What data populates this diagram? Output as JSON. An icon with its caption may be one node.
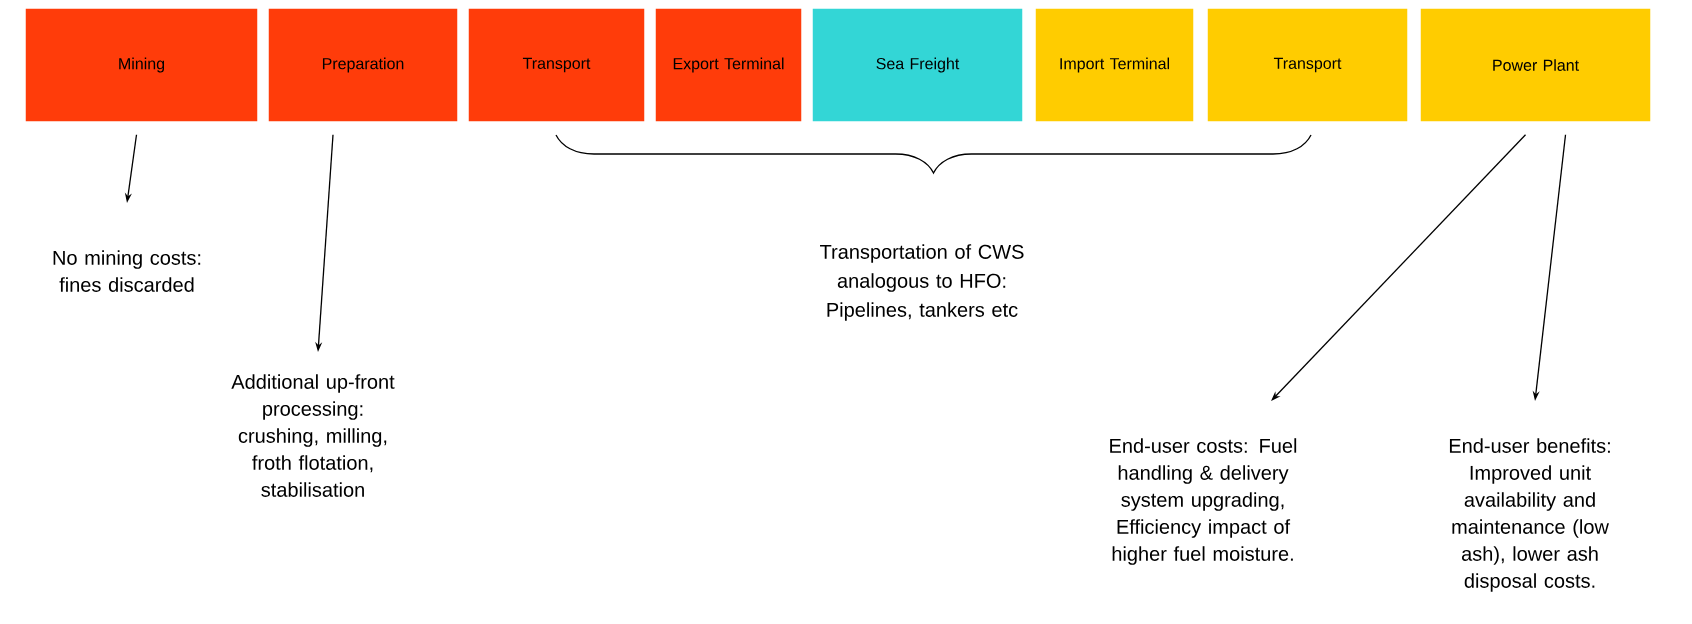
{
  "diagram": {
    "nodes": [
      {
        "text": [
          "Mining"
        ]
      },
      {
        "text": [
          "Preparation"
        ]
      },
      {
        "text": [
          "Transport"
        ]
      },
      {
        "text": [
          "Export Terminal"
        ]
      },
      {
        "text": [
          "Sea Freight"
        ]
      },
      {
        "text": [
          "Import Terminal"
        ]
      },
      {
        "text": [
          "Transport"
        ]
      },
      {
        "text": [
          "Power Plant"
        ]
      },
      {
        "text": [
          "No mining costs: fines discarded"
        ]
      },
      {
        "text": [
          "Additional up-front processing: crushing, milling, froth flotation, stabilisation"
        ]
      },
      {
        "text": [
          "End-user costs: Fuel handling & delivery system upgrading, Efficiency impact of higher fuel moisture."
        ]
      },
      {
        "text": [
          "End-user benefits: Improved unit availability and maintenance (low ash), lower ash disposal costs."
        ]
      }
    ],
    "edges": [
      {
        "from": 0,
        "to": 8,
        "arrow": "to"
      },
      {
        "from": 1,
        "to": 9,
        "arrow": "to"
      },
      {
        "from": 7,
        "to": 10,
        "arrow": "to"
      },
      {
        "from": 7,
        "to": 11,
        "arrow": "to"
      }
    ],
    "labels": [
      "Transportation of CWS analogous to HFO: Pipelines, tankers etc"
    ]
  }
}
